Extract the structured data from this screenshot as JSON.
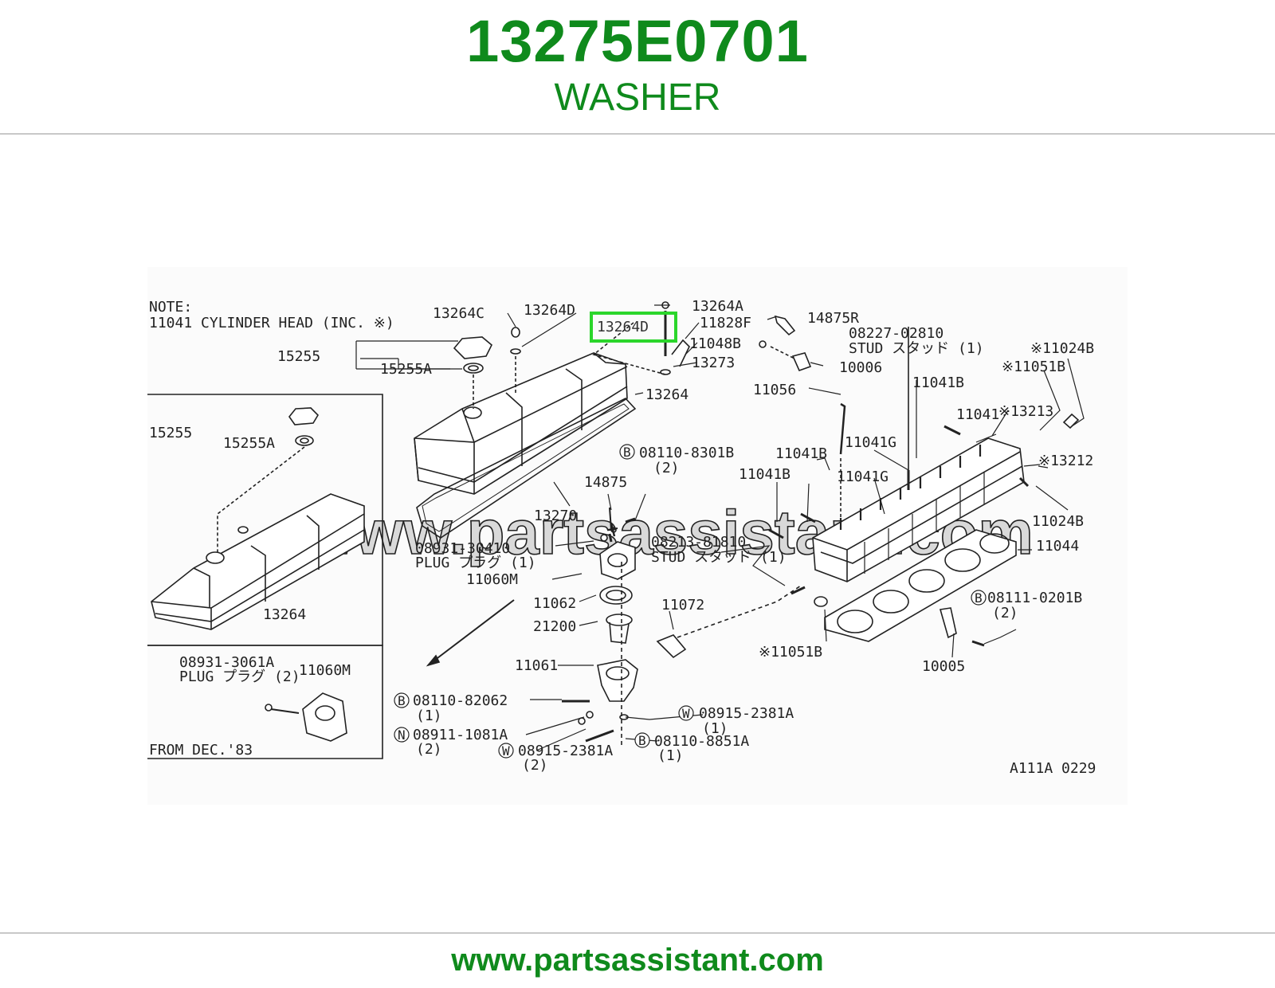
{
  "header": {
    "part_number": "13275E0701",
    "part_name": "WASHER"
  },
  "diagram": {
    "watermark": "www.partsassistant.com",
    "highlight_color": "#2bd62b",
    "note_line1": "NOTE:",
    "note_line2": "11041  CYLINDER HEAD (INC. ※)",
    "inset_top_labels": [
      "15255",
      "15255A",
      "13264"
    ],
    "inset_bottom": {
      "code": "08931-3061A",
      "desc": "PLUG  プラグ (2)",
      "part": "11060M",
      "from": "FROM DEC.'83"
    },
    "labels": {
      "l13264C": "13264C",
      "l13264D_top": "13264D",
      "l13264D_hl": "13264D",
      "l13264A": "13264A",
      "l11828F": "11828F",
      "l11048B": "11048B",
      "l13273": "13273",
      "l14875R": "14875R",
      "l10006": "10006",
      "l08227": "08227-02810",
      "l08227s": "STUD スタッド (1)",
      "l15255": "15255",
      "l15255A": "15255A",
      "l13264": "13264",
      "l11056": "11056",
      "l11024B_a": "※11024B",
      "l11051B_a": "※11051B",
      "l11041B_a": "11041B",
      "l11041": "11041",
      "l13213": "※13213",
      "l11041G_a": "11041G",
      "l13212": "※13212",
      "l08110_8301B": "08110-8301B",
      "l08110_8301B_q": "(2)",
      "l11041B_b": "11041B",
      "l11041B_c": "11041B",
      "l11041G_b": "11041G",
      "l11024B_b": "11024B",
      "l14875": "14875",
      "l13270": "13270",
      "l11044": "11044",
      "l08931": "08931-30410",
      "l08931s": "PLUG  プラグ (1)",
      "l08213": "08213-81810",
      "l08213s": "STUD スタッド (1)",
      "l11060M": "11060M",
      "l11062": "11062",
      "l08111": "08111-0201B",
      "l08111_q": "(2)",
      "l21200": "21200",
      "l11072": "11072",
      "l11051B_b": "※11051B",
      "l10005": "10005",
      "l11061": "11061",
      "l08110_82062": "08110-82062",
      "l08110_82062_q": "(1)",
      "l08915_a": "08915-2381A",
      "l08915_a_q": "(1)",
      "l08911": "08911-1081A",
      "l08911_q": "(2)",
      "l08915_b": "08915-2381A",
      "l08915_b_q": "(2)",
      "l08110_8851A": "08110-8851A",
      "l08110_8851A_q": "(1)",
      "code": "A111A 0229"
    },
    "circle_letters": {
      "b1": "B",
      "b2": "B",
      "b3": "B",
      "b4": "B",
      "n1": "N",
      "w1": "W",
      "w2": "W"
    }
  },
  "footer": {
    "url": "www.partsassistant.com"
  }
}
